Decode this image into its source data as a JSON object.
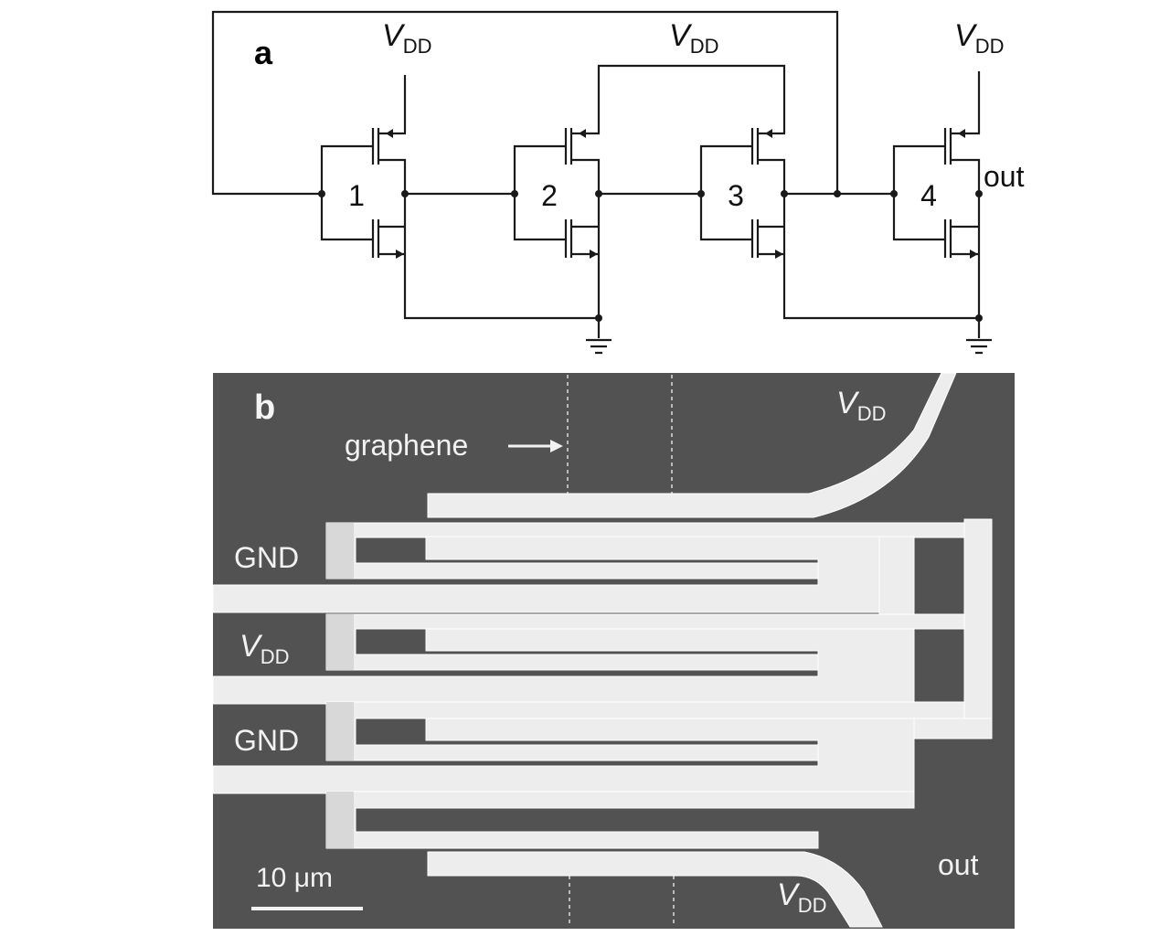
{
  "panel_a": {
    "letter": "a",
    "vdd_v": "V",
    "vdd_sub": "DD",
    "gate_numbers": [
      "1",
      "2",
      "3",
      "4"
    ],
    "out_label": "out"
  },
  "panel_b": {
    "letter": "b",
    "graphene_label": "graphene",
    "gnd_label": "GND",
    "vdd_v": "V",
    "vdd_sub": "DD",
    "out_label": "out",
    "scale_label": "10 μm"
  },
  "colors": {
    "sem_background": "#525252",
    "sem_metal": "#ededed",
    "wire": "#1a1a1a"
  }
}
